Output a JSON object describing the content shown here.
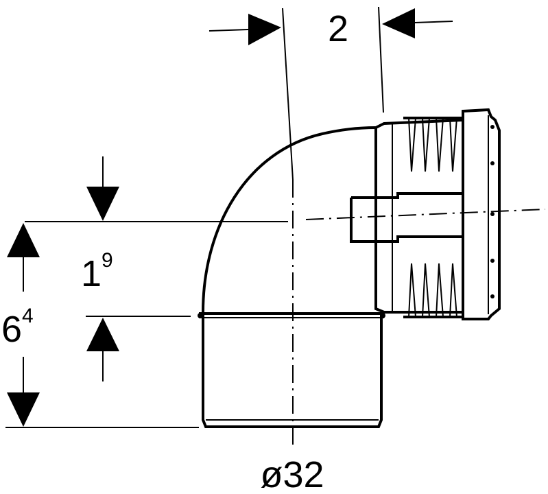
{
  "dimensions": {
    "offset_top": "2",
    "height_upper": {
      "base": "1",
      "sup": "9"
    },
    "height_total": {
      "base": "6",
      "sup": "4"
    },
    "diameter": "ø32"
  }
}
